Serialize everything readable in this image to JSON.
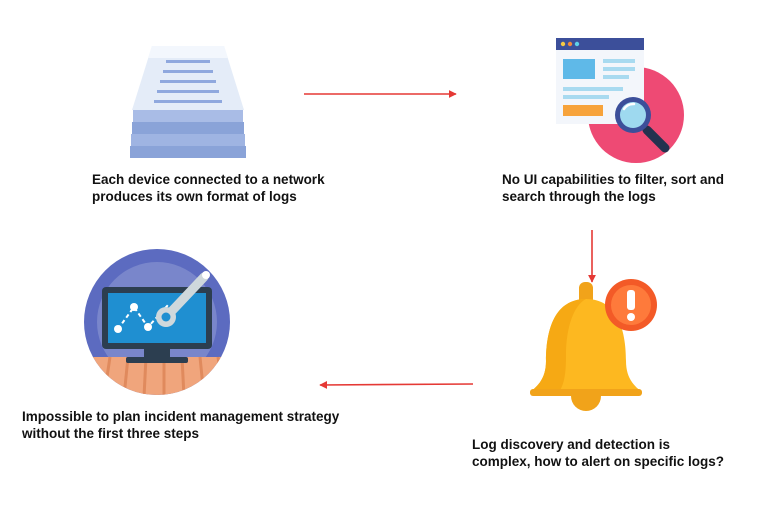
{
  "steps": [
    {
      "icon": "log-files-stack-icon",
      "text": "Each device  connected to a network produces its own format of logs"
    },
    {
      "icon": "search-browser-window-icon",
      "text": "No UI capabilities to filter, sort and search through the logs"
    },
    {
      "icon": "alert-bell-icon",
      "text": "Log discovery and detection is complex, how to alert on specific logs?"
    },
    {
      "icon": "monitor-wrench-icon",
      "text": "Impossible to plan incident management strategy without the first three steps"
    }
  ],
  "colors": {
    "arrow": "#e53935",
    "text": "#111111",
    "paper": "#e4ecf8",
    "paper_lines": "#8fa8de",
    "search_circle": "#ee4a74",
    "bell": "#fdb820",
    "alert_badge": "#f35a27",
    "monitor_circle": "#5c6bc0"
  }
}
